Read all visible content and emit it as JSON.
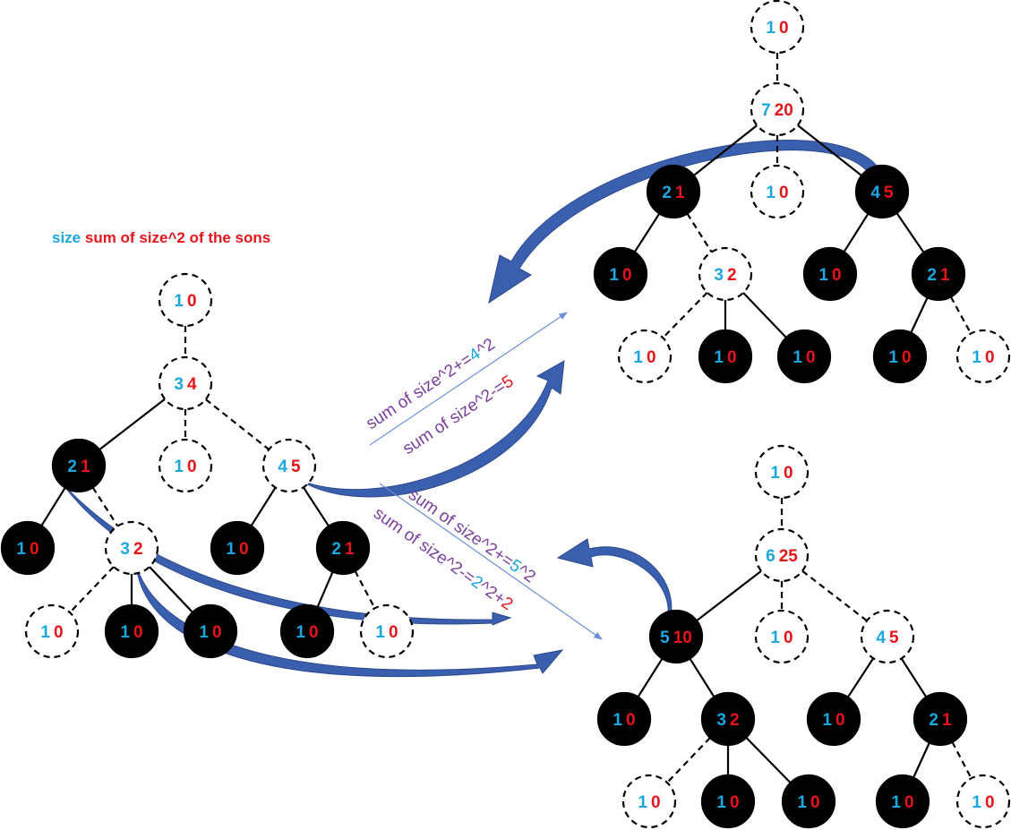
{
  "colors": {
    "size_text": "#1aa7df",
    "sum_text": "#e8141c",
    "annotation_text": "#7a3fa0",
    "curved_arrow": "#3a5fae",
    "straight_arrow": "#6b8fd6",
    "solid_node": "#000000",
    "dashed_node_fill": "#ffffff"
  },
  "legend": {
    "size_label": "size",
    "sum_label": "sum of size^2 of the sons"
  },
  "annotations": {
    "upper_1": {
      "prefix": "sum of size^2+=",
      "highlight": "4",
      "suffix": "^2"
    },
    "upper_2": {
      "prefix": "sum of size^2-=",
      "highlight": "5",
      "suffix": ""
    },
    "lower_1": {
      "prefix": "sum of size^2+=",
      "highlight": "5",
      "suffix": "^2"
    },
    "lower_2": {
      "prefix": "sum of size^2-=",
      "highlight": "2",
      "suffix": "^2+",
      "tail": "2"
    }
  },
  "trees": {
    "left": {
      "nodes": [
        {
          "id": "L0",
          "size": "1",
          "sum": "0",
          "style": "dashed"
        },
        {
          "id": "L1",
          "size": "3",
          "sum": "4",
          "style": "dashed"
        },
        {
          "id": "L2",
          "size": "2",
          "sum": "1",
          "style": "solid"
        },
        {
          "id": "L3",
          "size": "1",
          "sum": "0",
          "style": "dashed"
        },
        {
          "id": "L4",
          "size": "4",
          "sum": "5",
          "style": "dashed"
        },
        {
          "id": "L5",
          "size": "1",
          "sum": "0",
          "style": "solid"
        },
        {
          "id": "L6",
          "size": "3",
          "sum": "2",
          "style": "dashed"
        },
        {
          "id": "L7",
          "size": "1",
          "sum": "0",
          "style": "solid"
        },
        {
          "id": "L8",
          "size": "2",
          "sum": "1",
          "style": "solid"
        },
        {
          "id": "L9",
          "size": "1",
          "sum": "0",
          "style": "dashed"
        },
        {
          "id": "L10",
          "size": "1",
          "sum": "0",
          "style": "solid"
        },
        {
          "id": "L11",
          "size": "1",
          "sum": "0",
          "style": "solid"
        },
        {
          "id": "L12",
          "size": "1",
          "sum": "0",
          "style": "solid"
        },
        {
          "id": "L13",
          "size": "1",
          "sum": "0",
          "style": "dashed"
        }
      ],
      "edges": [
        {
          "from": "L0",
          "to": "L1",
          "style": "dashed"
        },
        {
          "from": "L1",
          "to": "L2",
          "style": "solid"
        },
        {
          "from": "L1",
          "to": "L3",
          "style": "dashed"
        },
        {
          "from": "L1",
          "to": "L4",
          "style": "dashed"
        },
        {
          "from": "L2",
          "to": "L5",
          "style": "solid"
        },
        {
          "from": "L2",
          "to": "L6",
          "style": "dashed"
        },
        {
          "from": "L4",
          "to": "L7",
          "style": "solid"
        },
        {
          "from": "L4",
          "to": "L8",
          "style": "solid"
        },
        {
          "from": "L6",
          "to": "L9",
          "style": "dashed"
        },
        {
          "from": "L6",
          "to": "L10",
          "style": "solid"
        },
        {
          "from": "L6",
          "to": "L11",
          "style": "solid"
        },
        {
          "from": "L8",
          "to": "L12",
          "style": "solid"
        },
        {
          "from": "L8",
          "to": "L13",
          "style": "dashed"
        }
      ]
    },
    "upper": {
      "nodes": [
        {
          "id": "U0",
          "size": "1",
          "sum": "0",
          "style": "dashed"
        },
        {
          "id": "U1",
          "size": "7",
          "sum": "20",
          "style": "dashed"
        },
        {
          "id": "U2",
          "size": "2",
          "sum": "1",
          "style": "solid"
        },
        {
          "id": "U3",
          "size": "1",
          "sum": "0",
          "style": "dashed"
        },
        {
          "id": "U4",
          "size": "4",
          "sum": "5",
          "style": "solid"
        },
        {
          "id": "U5",
          "size": "1",
          "sum": "0",
          "style": "solid"
        },
        {
          "id": "U6",
          "size": "3",
          "sum": "2",
          "style": "dashed"
        },
        {
          "id": "U7",
          "size": "1",
          "sum": "0",
          "style": "solid"
        },
        {
          "id": "U8",
          "size": "2",
          "sum": "1",
          "style": "solid"
        },
        {
          "id": "U9",
          "size": "1",
          "sum": "0",
          "style": "dashed"
        },
        {
          "id": "U10",
          "size": "1",
          "sum": "0",
          "style": "solid"
        },
        {
          "id": "U11",
          "size": "1",
          "sum": "0",
          "style": "solid"
        },
        {
          "id": "U12",
          "size": "1",
          "sum": "0",
          "style": "solid"
        },
        {
          "id": "U13",
          "size": "1",
          "sum": "0",
          "style": "dashed"
        }
      ],
      "edges": [
        {
          "from": "U0",
          "to": "U1",
          "style": "dashed"
        },
        {
          "from": "U1",
          "to": "U2",
          "style": "solid"
        },
        {
          "from": "U1",
          "to": "U3",
          "style": "dashed"
        },
        {
          "from": "U1",
          "to": "U4",
          "style": "solid"
        },
        {
          "from": "U2",
          "to": "U5",
          "style": "solid"
        },
        {
          "from": "U2",
          "to": "U6",
          "style": "dashed"
        },
        {
          "from": "U4",
          "to": "U7",
          "style": "solid"
        },
        {
          "from": "U4",
          "to": "U8",
          "style": "solid"
        },
        {
          "from": "U6",
          "to": "U9",
          "style": "dashed"
        },
        {
          "from": "U6",
          "to": "U10",
          "style": "solid"
        },
        {
          "from": "U6",
          "to": "U11",
          "style": "solid"
        },
        {
          "from": "U8",
          "to": "U12",
          "style": "solid"
        },
        {
          "from": "U8",
          "to": "U13",
          "style": "dashed"
        }
      ]
    },
    "lower": {
      "nodes": [
        {
          "id": "B0",
          "size": "1",
          "sum": "0",
          "style": "dashed"
        },
        {
          "id": "B1",
          "size": "6",
          "sum": "25",
          "style": "dashed"
        },
        {
          "id": "B2",
          "size": "5",
          "sum": "10",
          "style": "solid"
        },
        {
          "id": "B3",
          "size": "1",
          "sum": "0",
          "style": "dashed"
        },
        {
          "id": "B4",
          "size": "4",
          "sum": "5",
          "style": "dashed"
        },
        {
          "id": "B5",
          "size": "1",
          "sum": "0",
          "style": "solid"
        },
        {
          "id": "B6",
          "size": "3",
          "sum": "2",
          "style": "solid"
        },
        {
          "id": "B7",
          "size": "1",
          "sum": "0",
          "style": "solid"
        },
        {
          "id": "B8",
          "size": "2",
          "sum": "1",
          "style": "solid"
        },
        {
          "id": "B9",
          "size": "1",
          "sum": "0",
          "style": "dashed"
        },
        {
          "id": "B10",
          "size": "1",
          "sum": "0",
          "style": "solid"
        },
        {
          "id": "B11",
          "size": "1",
          "sum": "0",
          "style": "solid"
        },
        {
          "id": "B12",
          "size": "1",
          "sum": "0",
          "style": "solid"
        },
        {
          "id": "B13",
          "size": "1",
          "sum": "0",
          "style": "dashed"
        }
      ],
      "edges": [
        {
          "from": "B0",
          "to": "B1",
          "style": "dashed"
        },
        {
          "from": "B1",
          "to": "B2",
          "style": "solid"
        },
        {
          "from": "B1",
          "to": "B3",
          "style": "dashed"
        },
        {
          "from": "B1",
          "to": "B4",
          "style": "dashed"
        },
        {
          "from": "B2",
          "to": "B5",
          "style": "solid"
        },
        {
          "from": "B2",
          "to": "B6",
          "style": "solid"
        },
        {
          "from": "B4",
          "to": "B7",
          "style": "solid"
        },
        {
          "from": "B4",
          "to": "B8",
          "style": "solid"
        },
        {
          "from": "B6",
          "to": "B9",
          "style": "dashed"
        },
        {
          "from": "B6",
          "to": "B10",
          "style": "solid"
        },
        {
          "from": "B6",
          "to": "B11",
          "style": "solid"
        },
        {
          "from": "B8",
          "to": "B12",
          "style": "solid"
        },
        {
          "from": "B8",
          "to": "B13",
          "style": "dashed"
        }
      ]
    }
  }
}
